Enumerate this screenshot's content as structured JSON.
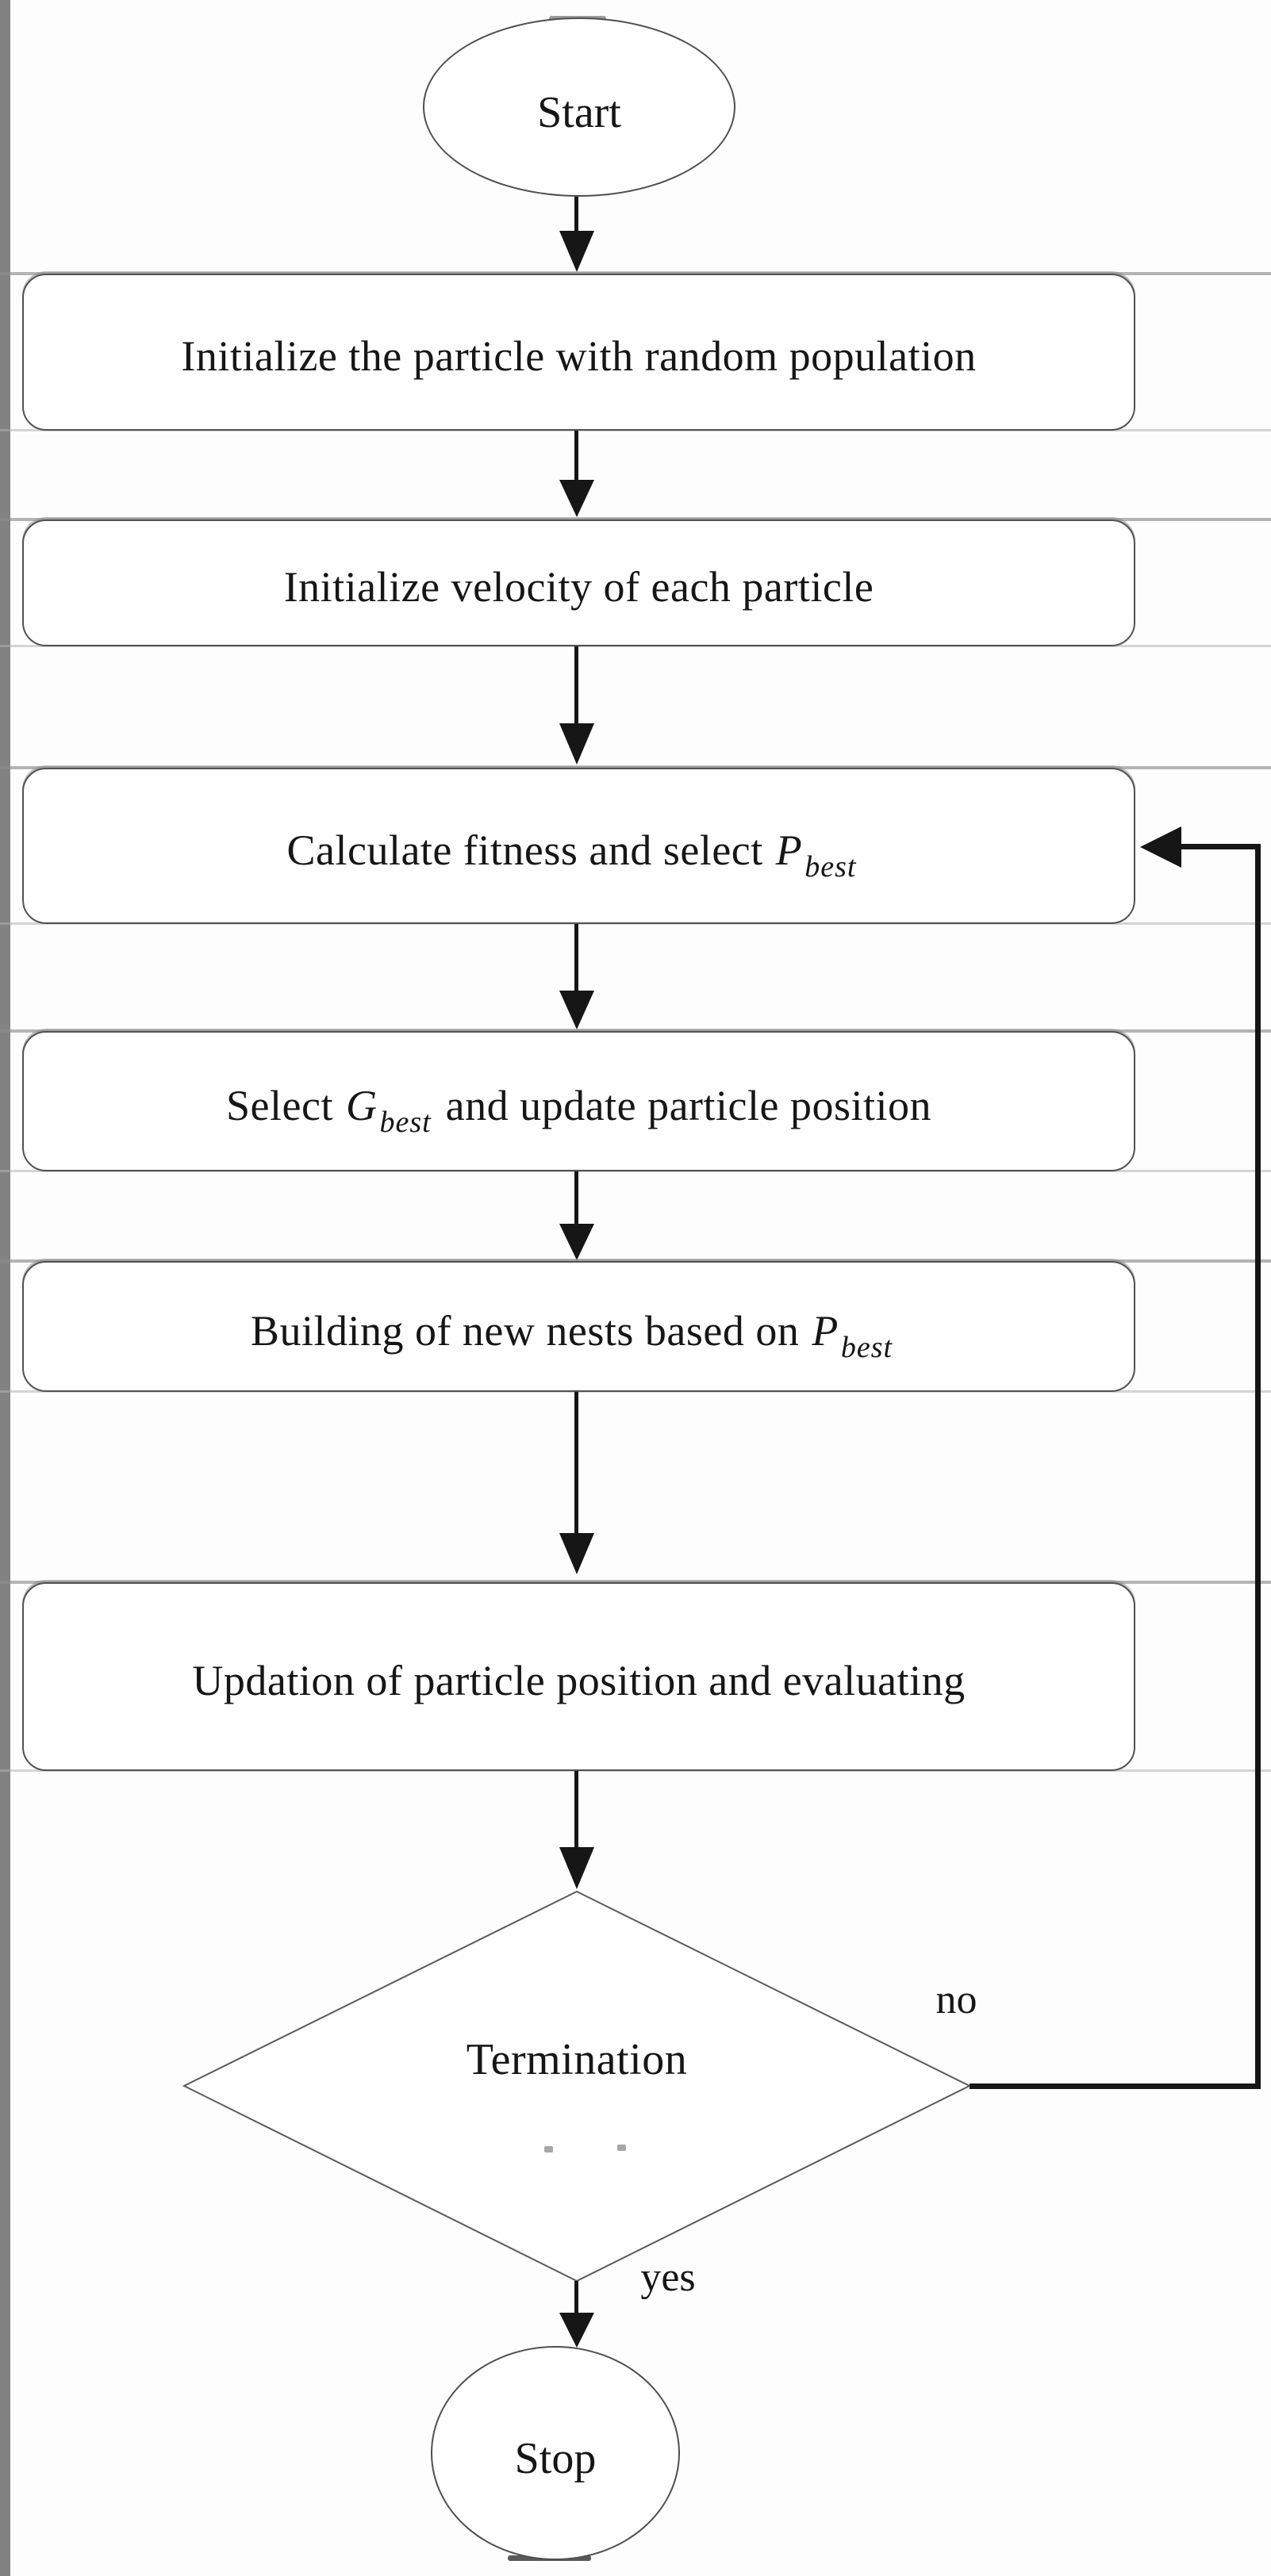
{
  "flow": {
    "start_label": "Start",
    "stop_label": "Stop",
    "boxes": [
      {
        "pre": "Initialize the particle with random population",
        "var": "",
        "sub": "",
        "post": ""
      },
      {
        "pre": "Initialize velocity of each particle",
        "var": "",
        "sub": "",
        "post": ""
      },
      {
        "pre": "Calculate fitness and select",
        "var": "P",
        "sub": "best",
        "post": ""
      },
      {
        "pre": "Select",
        "var": "G",
        "sub": "best",
        "post": "and update particle position"
      },
      {
        "pre": "Building of new nests based on",
        "var": "P",
        "sub": "best",
        "post": ""
      },
      {
        "pre": "Updation of particle position and evaluating",
        "var": "",
        "sub": "",
        "post": ""
      }
    ],
    "decision_label": "Termination",
    "no_label": "no",
    "yes_label": "yes"
  },
  "colors": {
    "ink": "#161616",
    "box_border": "#525252",
    "scan_edge": "#828282"
  }
}
